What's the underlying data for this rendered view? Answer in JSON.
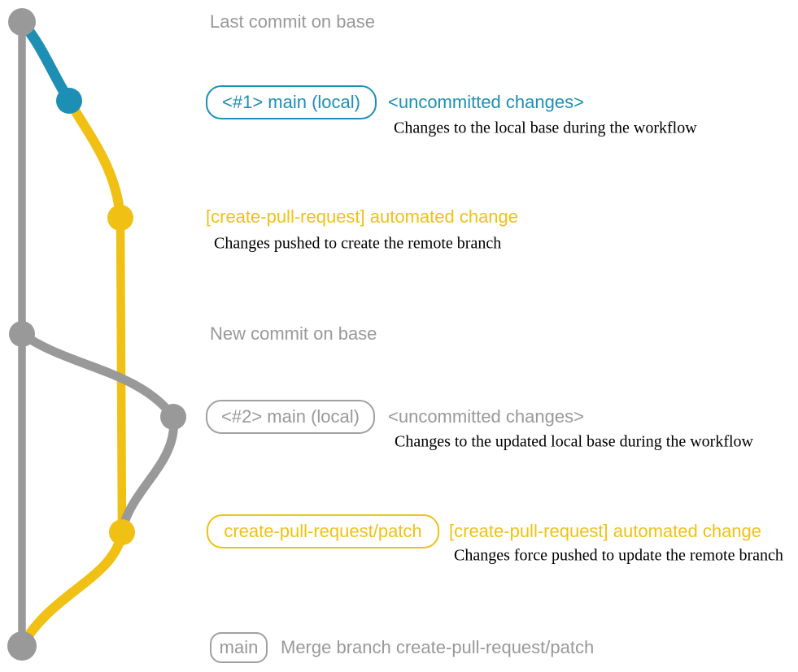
{
  "colors": {
    "base_branch": "#999999",
    "local_changes": "#1e8fb4",
    "cpr_branch": "#f0c114",
    "note_text": "#000000"
  },
  "graph": {
    "commits": [
      {
        "id": "last-commit-on-base",
        "color": "gray"
      },
      {
        "id": "local-uncommitted-1",
        "color": "blue"
      },
      {
        "id": "cpr-automated-change-1",
        "color": "yellow"
      },
      {
        "id": "new-commit-on-base",
        "color": "gray"
      },
      {
        "id": "local-uncommitted-2",
        "color": "gray"
      },
      {
        "id": "cpr-automated-change-2",
        "color": "yellow"
      },
      {
        "id": "merge-commit",
        "color": "gray"
      }
    ]
  },
  "annotations": {
    "row1": {
      "caption": "Last commit on base"
    },
    "row2": {
      "branch_label": "<#1> main (local)",
      "message": "<uncommitted changes>",
      "note": "Changes to the local base during the workflow"
    },
    "row3": {
      "message": "[create-pull-request] automated change",
      "note": "Changes pushed to create the remote branch"
    },
    "row4": {
      "caption": "New commit on base"
    },
    "row5": {
      "branch_label": "<#2> main (local)",
      "message": "<uncommitted changes>",
      "note": "Changes to the updated local base during the workflow"
    },
    "row6": {
      "branch_label": "create-pull-request/patch",
      "message": "[create-pull-request] automated change",
      "note": "Changes force pushed to update the remote branch"
    },
    "row7": {
      "branch_label": "main",
      "message": "Merge branch create-pull-request/patch"
    }
  }
}
